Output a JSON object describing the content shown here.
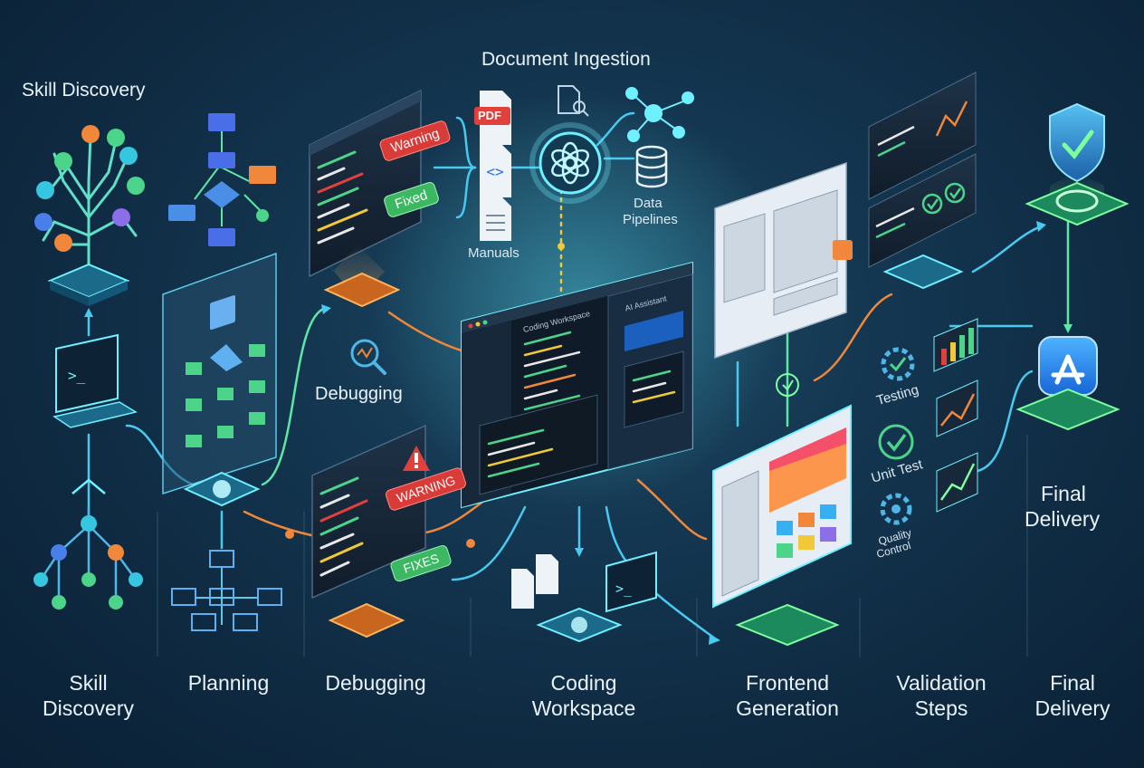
{
  "headings": {
    "skill_discovery": "Skill Discovery",
    "document_ingestion": "Document Ingestion",
    "debugging_mid": "Debugging",
    "data_pipelines_1": "Data",
    "data_pipelines_2": "Pipelines",
    "manuals": "Manuals",
    "final_delivery_1": "Final",
    "final_delivery_2": "Delivery"
  },
  "stages": [
    {
      "line1": "Skill",
      "line2": "Discovery"
    },
    {
      "line1": "Planning",
      "line2": ""
    },
    {
      "line1": "Debugging",
      "line2": ""
    },
    {
      "line1": "Coding",
      "line2": "Workspace"
    },
    {
      "line1": "Frontend",
      "line2": "Generation"
    },
    {
      "line1": "Validation",
      "line2": "Steps"
    },
    {
      "line1": "Final",
      "line2": "Delivery"
    }
  ],
  "badges": {
    "warning_1": "Warning",
    "fixed_1": "Fixed",
    "warning_2": "WARNING",
    "fixes_2": "FIXES",
    "pdf": "PDF"
  },
  "validation": {
    "testing": "Testing",
    "unit_test": "Unit Test",
    "quality_1": "Quality",
    "quality_2": "Control"
  },
  "workspace": {
    "title": "Coding Workspace",
    "assistant": "AI Assistant"
  },
  "colors": {
    "accent_cyan": "#36e0f0",
    "accent_green": "#4cd58a",
    "warning_red": "#e0413d",
    "orange": "#f0873a",
    "background": "#143650"
  }
}
